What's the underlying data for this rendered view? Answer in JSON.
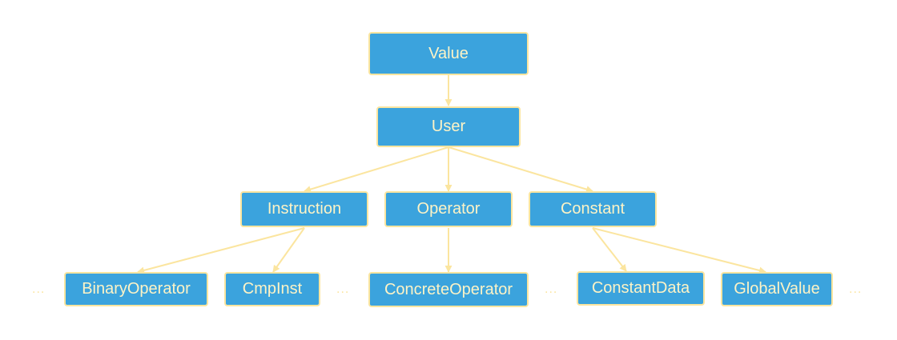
{
  "diagram": {
    "nodes": {
      "value": "Value",
      "user": "User",
      "instruction": "Instruction",
      "operator": "Operator",
      "constant": "Constant",
      "binary_operator": "BinaryOperator",
      "cmp_inst": "CmpInst",
      "concrete_operator": "ConcreteOperator",
      "constant_data": "ConstantData",
      "global_value": "GlobalValue"
    },
    "ellipsis": "...",
    "edges": [
      [
        "Value",
        "User"
      ],
      [
        "User",
        "Instruction"
      ],
      [
        "User",
        "Operator"
      ],
      [
        "User",
        "Constant"
      ],
      [
        "Instruction",
        "BinaryOperator"
      ],
      [
        "Instruction",
        "CmpInst"
      ],
      [
        "Operator",
        "ConcreteOperator"
      ],
      [
        "Constant",
        "ConstantData"
      ],
      [
        "Constant",
        "GlobalValue"
      ]
    ],
    "colors": {
      "node_fill": "#3ba3dd",
      "node_border": "#fbe59f",
      "node_text": "#fdf3c6",
      "edge": "#fbe59f",
      "background": "#ffffff"
    }
  }
}
